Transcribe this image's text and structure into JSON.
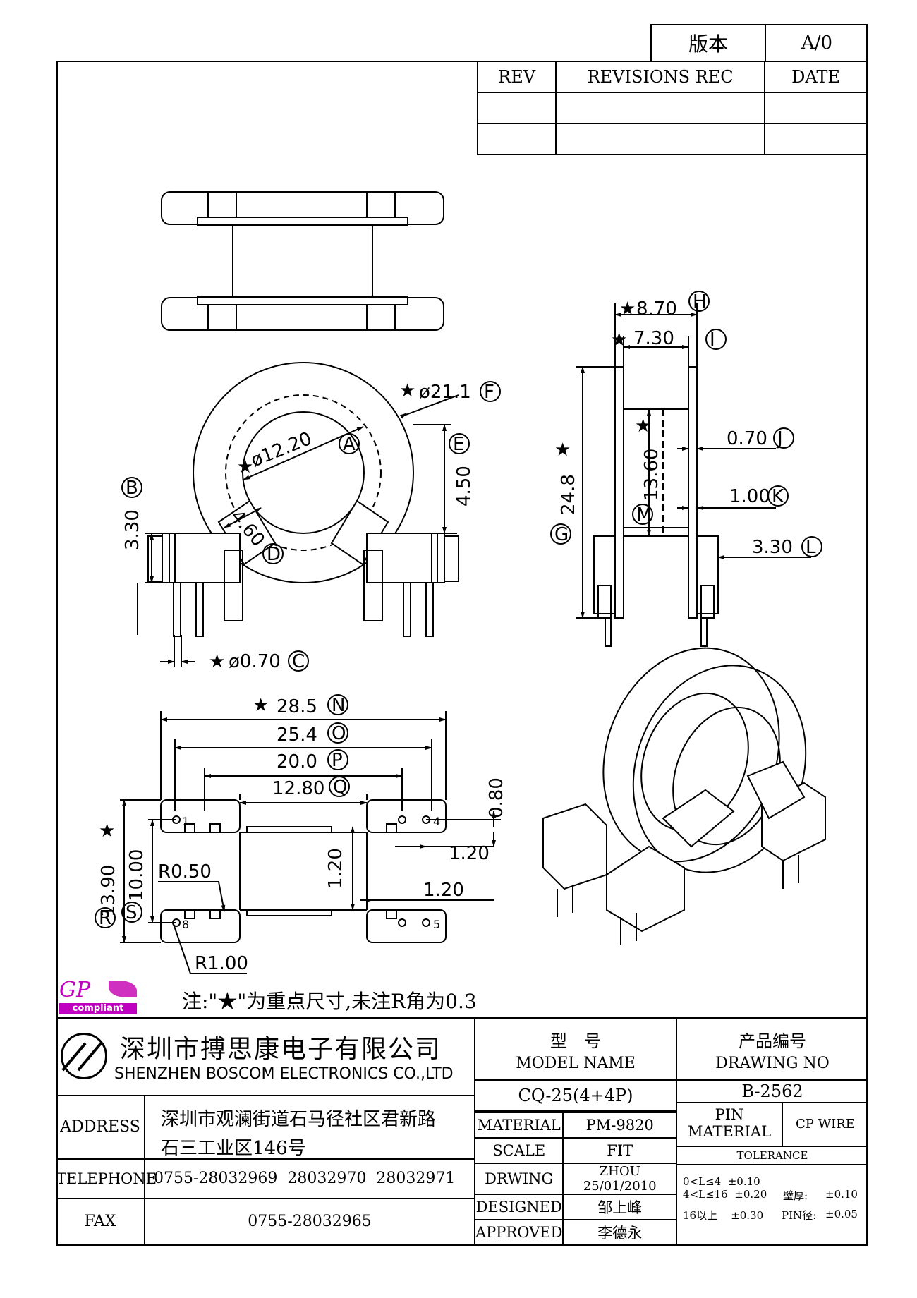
{
  "header": {
    "version_label": "版本",
    "version_value": "A/0",
    "rev_header": "REV",
    "revisions_header": "REVISIONS REC",
    "date_header": "DATE"
  },
  "dimensions": {
    "H": {
      "value": "8.70",
      "letter": "H"
    },
    "I": {
      "value": "7.30",
      "letter": "I"
    },
    "F": {
      "value": "ø21.1",
      "letter": "F"
    },
    "A": {
      "value": "ø12.20",
      "letter": "A"
    },
    "E": {
      "value": "4.50",
      "letter": "E"
    },
    "B": {
      "value": "3.30",
      "letter": "B"
    },
    "D": {
      "value": "4.60",
      "letter": "D"
    },
    "C": {
      "value": "ø0.70",
      "letter": "C"
    },
    "J": {
      "value": "0.70",
      "letter": "J"
    },
    "K": {
      "value": "1.00",
      "letter": "K"
    },
    "L": {
      "value": "3.30",
      "letter": "L"
    },
    "G": {
      "value": "24.8",
      "letter": "G"
    },
    "M": {
      "value": "13.60",
      "letter": "M"
    },
    "N": {
      "value": "28.5",
      "letter": "N"
    },
    "O": {
      "value": "25.4",
      "letter": "O"
    },
    "P": {
      "value": "20.0",
      "letter": "P"
    },
    "Q": {
      "value": "12.80",
      "letter": "Q"
    },
    "R": {
      "value": "13.90",
      "letter": "R"
    },
    "S": {
      "value": "10.00",
      "letter": "S"
    },
    "dim_080": "0.80",
    "dim_120_v": "1.20",
    "dim_120_a": "1.20",
    "dim_120_b": "1.20",
    "r050": "R0.50",
    "r100": "R1.00",
    "pin1": "1",
    "pin4": "4",
    "pin5": "5",
    "pin8": "8",
    "star": "★"
  },
  "note": "注:\"★\"为重点尺寸,未注R角为0.3",
  "logo": {
    "gp": "GP",
    "compliant": "compliant"
  },
  "company": {
    "name_cn": "深圳市搏思康电子有限公司",
    "name_en": "SHENZHEN BOSCOM ELECTRONICS CO.,LTD"
  },
  "title_block": {
    "model_cn": "型　号",
    "model_en": "MODEL NAME",
    "drawing_cn": "产品编号",
    "drawing_en": "DRAWING NO",
    "model_value": "CQ-25(4+4P)",
    "drawing_value": "B-2562",
    "address_label": "ADDRESS",
    "address_line1": "深圳市观澜街道石马径社区君新路",
    "address_line2": "石三工业区146号",
    "telephone_label": "TELEPHONE",
    "telephone_value": "0755-28032969  28032970  28032971",
    "fax_label": "FAX",
    "fax_value": "0755-28032965",
    "material_label": "MATERIAL",
    "material_value": "PM-9820",
    "scale_label": "SCALE",
    "scale_value": "FIT",
    "drwing_label": "DRWING",
    "drwing_value": "ZHOU 25/01/2010",
    "designed_label": "DESIGNED",
    "designed_value": "邹上峰",
    "approved_label": "APPROVED",
    "approved_value": "李德永",
    "pin_label": "PIN",
    "pin_material_label": "MATERIAL",
    "pin_material_value": "CP WIRE",
    "tolerance_label": "TOLERANCE",
    "tol_1": "0<L≤4  ±0.10",
    "tol_2": "4<L≤16  ±0.20",
    "tol_3": "16以上    ±0.30",
    "wall_label": "壁厚:",
    "wall_value": "±0.10",
    "pin_dia_label": "PIN径:",
    "pin_dia_value": "±0.05"
  }
}
